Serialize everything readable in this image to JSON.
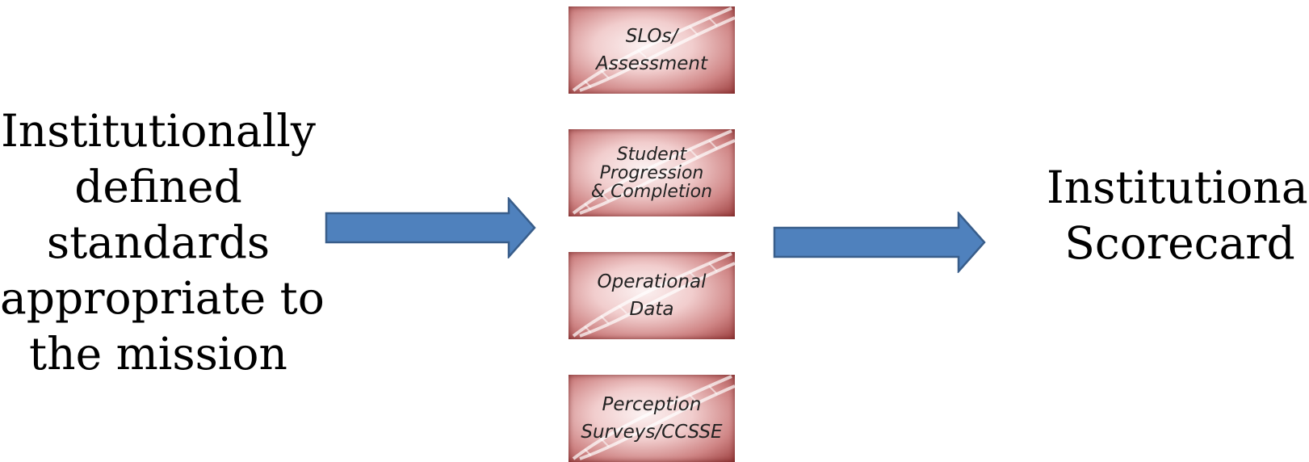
{
  "left_text": [
    "Institutionally",
    "defined",
    "standards",
    "appropriate to",
    "the mission"
  ],
  "right_text": [
    "Institutional",
    "Scorecard"
  ],
  "tiles": [
    {
      "lines": [
        "SLOs/",
        "Assessment"
      ]
    },
    {
      "lines": [
        "Student",
        "Progression",
        "& Completion"
      ]
    },
    {
      "lines": [
        "Operational",
        "Data"
      ]
    },
    {
      "lines": [
        "Perception",
        "Surveys/CCSSE"
      ]
    }
  ],
  "colors": {
    "arrow_fill": "#4f81bd",
    "arrow_stroke": "#385d8a",
    "tile_dark": "#9c3f3f"
  }
}
